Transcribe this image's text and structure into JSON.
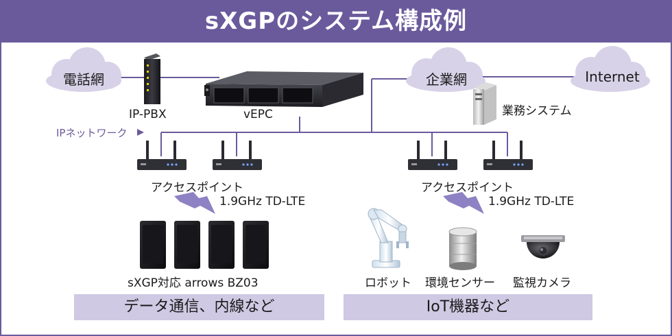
{
  "title": "sXGPのシステム構成例",
  "clouds": {
    "phone": "電話網",
    "enterprise": "企業網",
    "internet": "Internet"
  },
  "devices": {
    "ip_pbx": "IP-PBX",
    "vepc": "vEPC",
    "business_system": "業務システム",
    "ip_network": "IPネットワーク"
  },
  "left_group": {
    "access_point": "アクセスポイント",
    "radio": "1.9GHz TD-LTE",
    "terminal": "sXGP対応 arrows BZ03",
    "band": "データ通信、内線など"
  },
  "right_group": {
    "access_point": "アクセスポイント",
    "radio": "1.9GHz TD-LTE",
    "robot": "ロボット",
    "sensor": "環境センサー",
    "camera": "監視カメラ",
    "band": "IoT機器など"
  },
  "colors": {
    "accent": "#6a5a9c",
    "cloud": "#d8d2e8",
    "band": "#cfc9e3",
    "line": "#6a5a9c"
  }
}
